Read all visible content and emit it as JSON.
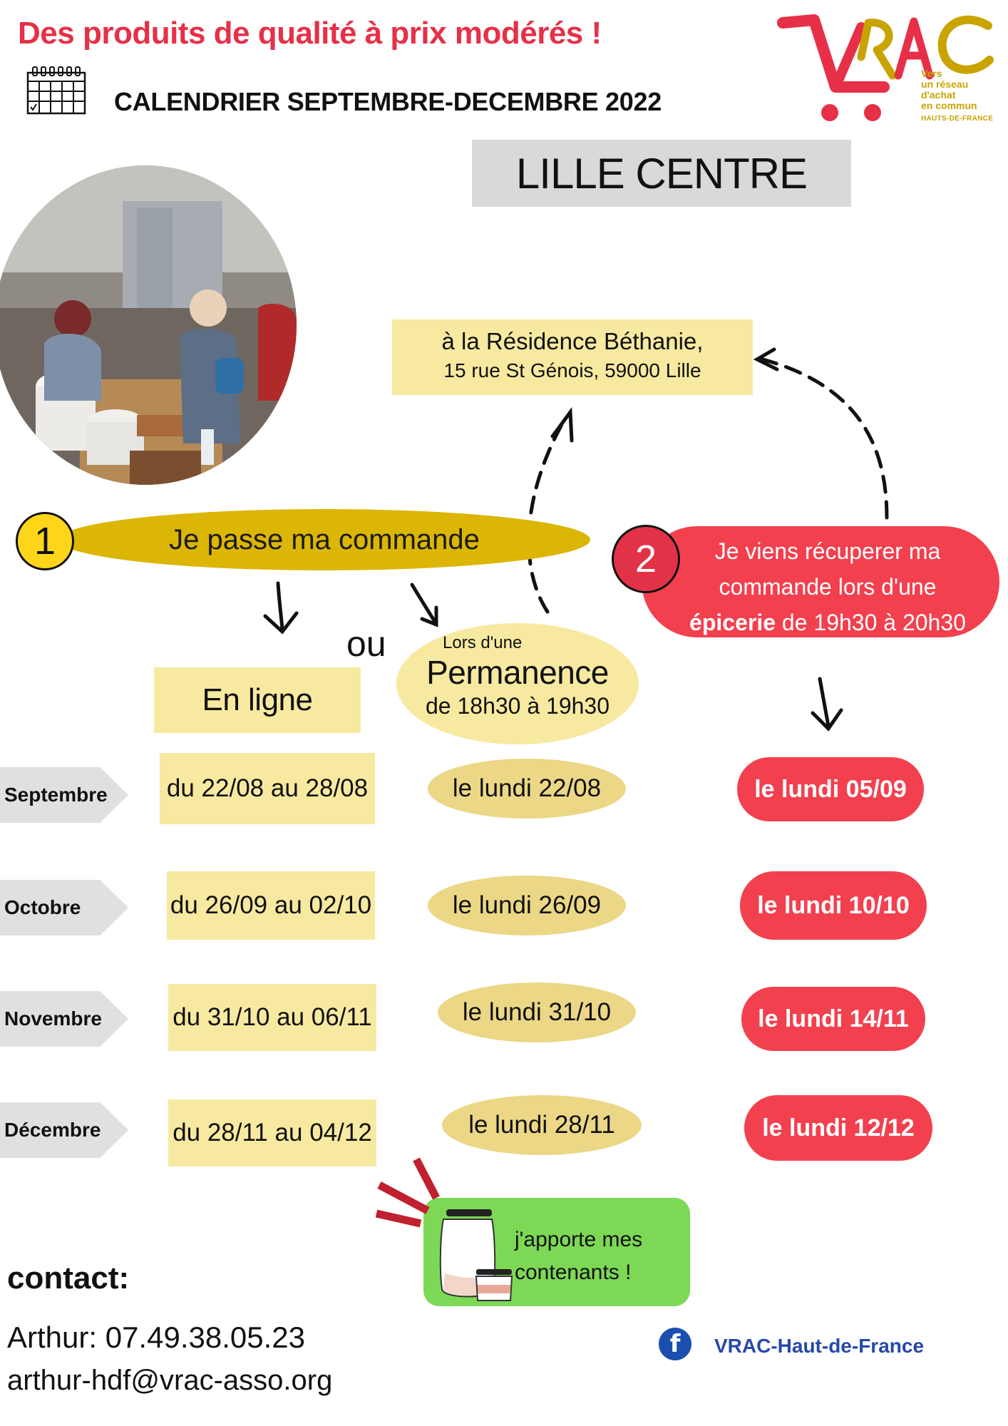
{
  "header": {
    "tagline": "Des produits de qualité à prix modérés !",
    "calendar_title": "CALENDRIER SEPTEMBRE-DECEMBRE 2022",
    "calendar_icon": "calendar-icon"
  },
  "logo": {
    "name": "VRAC",
    "subtitle_lines": [
      "Vers",
      "un réseau",
      "d'achat",
      "en commun"
    ],
    "region": "HAUTS-DE-FRANCE",
    "colors": {
      "red": "#e63047",
      "gold": "#c9a400"
    }
  },
  "site": {
    "name": "LILLE CENTRE"
  },
  "address": {
    "line1": "à la Résidence Béthanie,",
    "line2": "15 rue St Génois, 59000 Lille"
  },
  "step1": {
    "number": "1",
    "label": "Je passe ma commande"
  },
  "step2": {
    "number": "2",
    "line1": "Je viens récuperer ma",
    "line2": "commande lors d'une",
    "line3_bold": "épicerie",
    "line3_rest": " de 19h30 à 20h30"
  },
  "choice": {
    "or_label": "ou",
    "online_label": "En ligne",
    "permanence_pre": "Lors d'une",
    "permanence_title": "Permanence",
    "permanence_hours": "de 18h30 à 19h30"
  },
  "schedule": [
    {
      "month": "Septembre",
      "online": "du 22/08 au 28/08",
      "permanence": "le lundi 22/08",
      "epicerie": "le lundi 05/09"
    },
    {
      "month": "Octobre",
      "online": "du 26/09 au 02/10",
      "permanence": "le lundi 26/09",
      "epicerie": "le lundi 10/10"
    },
    {
      "month": "Novembre",
      "online": "du 31/10 au 06/11",
      "permanence": "le lundi 31/10",
      "epicerie": "le lundi 14/11"
    },
    {
      "month": "Décembre",
      "online": "du 28/11 au 04/12",
      "permanence": "le lundi 28/11",
      "epicerie": "le lundi 12/12"
    }
  ],
  "containers": {
    "line1": "j'apporte mes",
    "line2": "contenants !"
  },
  "contact": {
    "heading": "contact:",
    "phone": "Arthur: 07.49.38.05.23",
    "email": "arthur-hdf@vrac-asso.org"
  },
  "social": {
    "icon": "facebook-icon",
    "label": "VRAC-Haut-de-France"
  },
  "colors": {
    "accent_red": "#f2404f",
    "pale_yellow": "#f7e9a0",
    "mustard": "#dbb604",
    "green": "#7dd856",
    "grey": "#d9d9d9"
  }
}
